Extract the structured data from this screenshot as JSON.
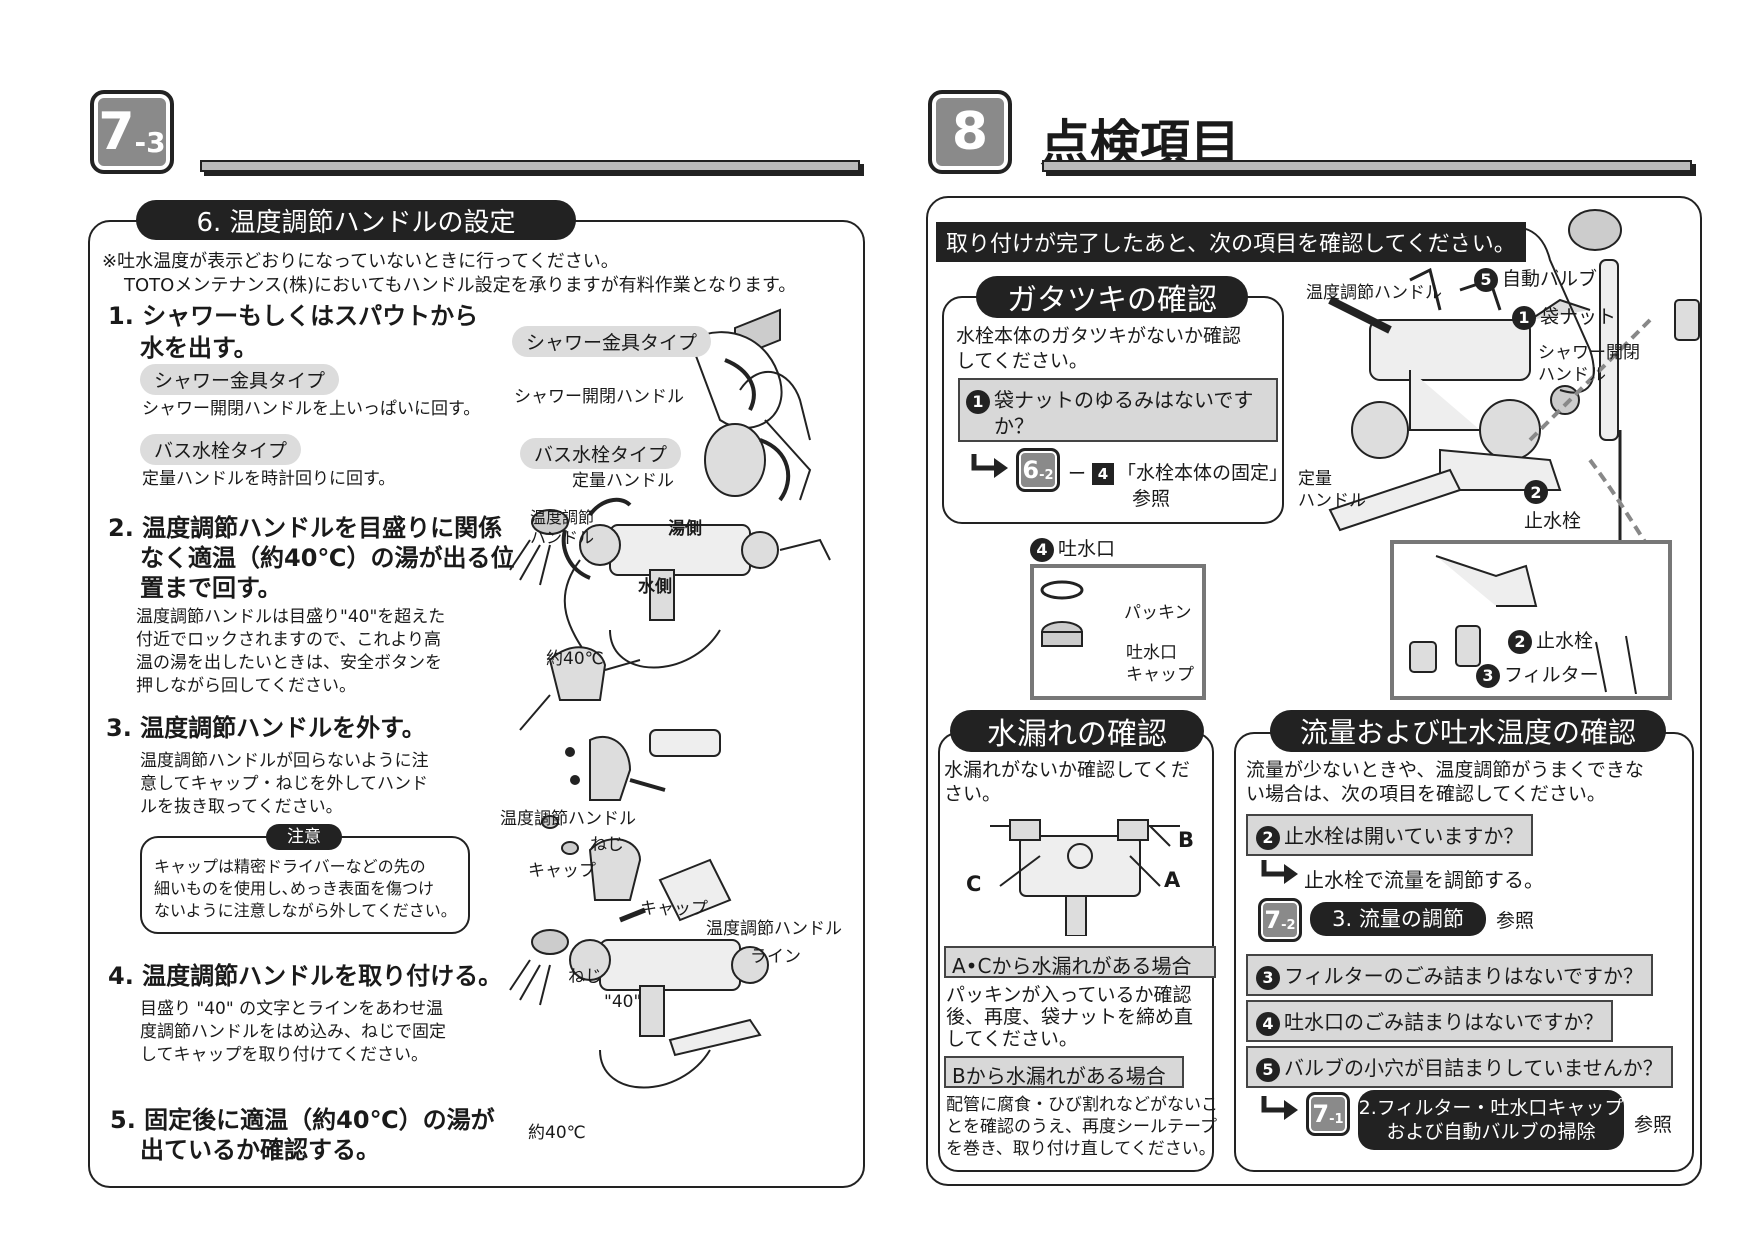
{
  "left": {
    "badge_main": "7",
    "badge_sub": "-3",
    "section_title": "6. 温度調節ハンドルの設定",
    "note_line1": "※吐水温度が表示どおりになっていないときに行ってください。",
    "note_line2": "TOTOメンテナンス(株)においてもハンドル設定を承りますが有料作業となります。",
    "step1_line1": "1. シャワーもしくはスパウトから",
    "step1_line2": "水を出す。",
    "shower_type": "シャワー金具タイプ",
    "shower_type_desc": "シャワー開閉ハンドルを上いっぱいに回す。",
    "bath_type": "バス水栓タイプ",
    "bath_type_desc": "定量ハンドルを時計回りに回す。",
    "step2_line1": "2. 温度調節ハンドルを目盛りに関係",
    "step2_line2": "なく適温（約40℃）の湯が出る位",
    "step2_line3": "置まで回す。",
    "step2_body": [
      "温度調節ハンドルは目盛り\"40\"を超えた",
      "付近でロックされますので、これより高",
      "温の湯を出したいときは、安全ボタンを",
      "押しながら回してください。"
    ],
    "step3_line1": "3. 温度調節ハンドルを外す。",
    "step3_body": [
      "温度調節ハンドルが回らないように注",
      "意してキャップ・ねじを外してハンド",
      "ルを抜き取ってください。"
    ],
    "caution_title": "注意",
    "caution_body": [
      "キャップは精密ドライバーなどの先の",
      "細いものを使用し､めっき表面を傷つけ",
      "ないように注意しながら外してください。"
    ],
    "step4_line1": "4. 温度調節ハンドルを取り付ける。",
    "step4_body": [
      "目盛り \"40\" の文字とラインをあわせ温",
      "度調節ハンドルをはめ込み、ねじで固定",
      "してキャップを取り付けてください。"
    ],
    "step5_line1": "5. 固定後に適温（約40℃）の湯が",
    "step5_line2": "出ているか確認する。",
    "fig": {
      "shower_type": "シャワー金具タイプ",
      "shower_handle": "シャワー開閉ハンドル",
      "bath_type": "バス水栓タイプ",
      "fixed_handle": "定量ハンドル",
      "temp_handle_1": "温度調節",
      "temp_handle_2": "ハンドル",
      "hot_side": "湯側",
      "cold_side": "水側",
      "approx40_a": "約40℃",
      "temp_handle_full_a": "温度調節ハンドル",
      "screw_a": "ねじ",
      "cap_a": "キャップ",
      "cap_b": "キャップ",
      "temp_handle_full_b": "温度調節ハンドル",
      "line": "ライン",
      "screw_b": "ねじ",
      "forty": "\"40\"",
      "approx40_b": "約40℃"
    }
  },
  "right": {
    "badge_main": "8",
    "page_title": "点検項目",
    "intro": "取り付けが完了したあと、次の項目を確認してください。",
    "wobble_title": "ガタツキの確認",
    "wobble_body": [
      "水栓本体のガタツキがないか確認",
      "してください。"
    ],
    "wobble_check_num": "1",
    "wobble_check_line1": "袋ナットのゆるみはないです",
    "wobble_check_line2": "か？",
    "ref_62_main": "6",
    "ref_62_sub": "-2",
    "ref_62_dash": "ー",
    "ref_62_num": "4",
    "ref_62_text": "「水栓本体の固定」",
    "ref_62_see": "参照",
    "fig": {
      "temp_handle": "温度調節ハンドル",
      "auto_valve_num": "5",
      "auto_valve": "自動バルブ",
      "bag_nut_num": "1",
      "bag_nut": "袋ナット",
      "shower_handle_1": "シャワー開閉",
      "shower_handle_2": "ハンドル",
      "fixed_handle_1": "定量",
      "fixed_handle_2": "ハンドル",
      "stop_valve_num": "2",
      "stop_valve": "止水栓",
      "spout_num": "4",
      "spout": "吐水口",
      "packing": "パッキン",
      "spout_cap_1": "吐水口",
      "spout_cap_2": "キャップ",
      "stop_valve_b_num": "2",
      "stop_valve_b": "止水栓",
      "filter_num": "3",
      "filter": "フィルター"
    },
    "leak_title": "水漏れの確認",
    "leak_body": [
      "水漏れがないか確認してくだ",
      "さい。"
    ],
    "leak_a": "A",
    "leak_b": "B",
    "leak_c": "C",
    "leak_ac_title": "A•Cから水漏れがある場合",
    "leak_ac_body": [
      "パッキンが入っているか確認",
      "後、再度、袋ナットを締め直",
      "してください。"
    ],
    "leak_b_title": "Bから水漏れがある場合",
    "leak_b_body": [
      "配管に腐食・ひび割れなどがないこ",
      "とを確認のうえ、再度シールテープ",
      "を巻き、取り付け直してください。"
    ],
    "flow_title": "流量および吐水温度の確認",
    "flow_body": [
      "流量が少ないときや、温度調節がうまくできな",
      "い場合は、次の項目を確認してください。"
    ],
    "check2_num": "2",
    "check2": "止水栓は開いていますか？",
    "check2_action": "止水栓で流量を調節する。",
    "ref_72_main": "7",
    "ref_72_sub": "-2",
    "ref_72_label": "3. 流量の調節",
    "ref_72_see": "参照",
    "check3_num": "3",
    "check3": "フィルターのごみ詰まりはないですか？",
    "check4_num": "4",
    "check4": "吐水口のごみ詰まりはないですか？",
    "check5_num": "5",
    "check5": "バルブの小穴が目詰まりしていませんか？",
    "ref_71_main": "7",
    "ref_71_sub": "-1",
    "ref_71_label1": "2.フィルター・吐水口キャップ",
    "ref_71_label2": "および自動バルブの掃除",
    "ref_71_see": "参照"
  }
}
